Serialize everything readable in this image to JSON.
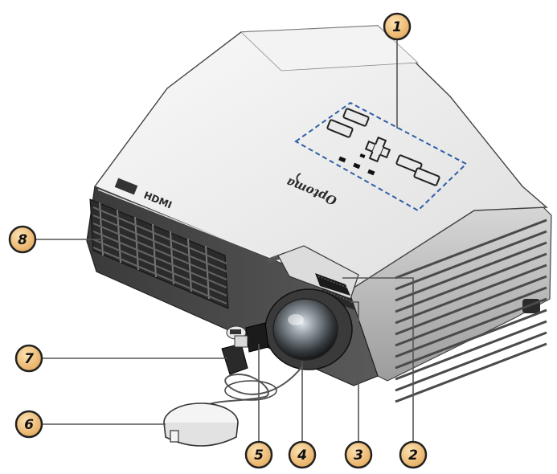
{
  "brand_text": "Optoma",
  "port_label": "HDMI",
  "callouts": [
    {
      "id": "1",
      "label": "1"
    },
    {
      "id": "2",
      "label": "2"
    },
    {
      "id": "3",
      "label": "3"
    },
    {
      "id": "4",
      "label": "4"
    },
    {
      "id": "5",
      "label": "5"
    },
    {
      "id": "6",
      "label": "6"
    },
    {
      "id": "7",
      "label": "7"
    },
    {
      "id": "8",
      "label": "8"
    }
  ],
  "colors": {
    "callout_fill": "#f0c37c",
    "callout_stroke": "#222222",
    "leader_line": "#555555",
    "keypad_outline": "#2d5ea6",
    "body_light": "#eeeeee",
    "body_shadow": "#bdbdbd",
    "lens_dark": "#1c1c1c"
  }
}
